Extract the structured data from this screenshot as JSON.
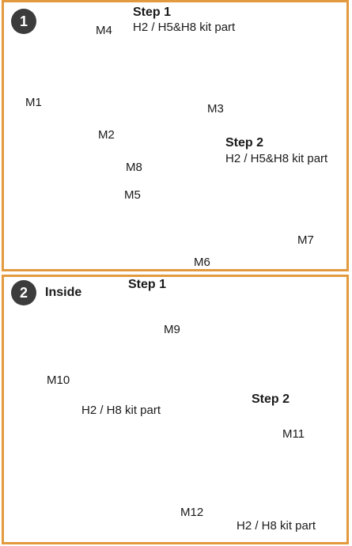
{
  "panel1": {
    "number": "1",
    "step1": {
      "title": "Step 1",
      "kit": "H2 / H5&H8 kit part"
    },
    "step2": {
      "title": "Step 2",
      "kit": "H2 / H5&H8 kit part"
    },
    "labels": {
      "m1": "M1",
      "m2": "M2",
      "m3": "M3",
      "m4": "M4",
      "m5": "M5",
      "m6": "M6",
      "m7": "M7",
      "m8": "M8"
    }
  },
  "panel2": {
    "number": "2",
    "heading": "Inside",
    "step1": {
      "title": "Step 1",
      "kit": "H2 / H8 kit part"
    },
    "step2": {
      "title": "Step 2",
      "kit": "H2 / H8 kit part"
    },
    "labels": {
      "m9": "M9",
      "m10": "M10",
      "m11": "M11",
      "m12": "M12"
    }
  },
  "colors": {
    "border": "#e39a3f",
    "mask": "#e8cda1",
    "badge": "#3c3c3c"
  }
}
